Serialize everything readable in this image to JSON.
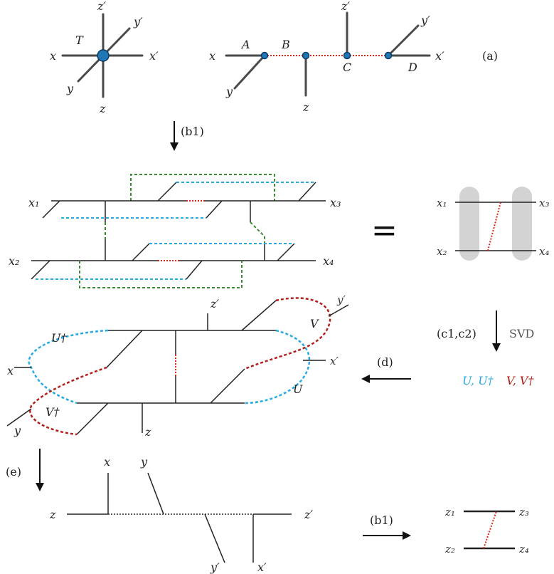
{
  "labels": {
    "a": "(a)",
    "b1": "(b1)",
    "c": "(c1,c2)",
    "svd": "SVD",
    "d": "(d)",
    "e": "(e)",
    "b1b": "(b1)",
    "equals": "=",
    "T": "T",
    "x": "x",
    "xp": "x′",
    "y": "y",
    "yp": "y′",
    "z": "z",
    "zp": "z′",
    "A": "A",
    "B": "B",
    "C": "C",
    "D": "D",
    "x1": "x₁",
    "x2": "x₂",
    "x3": "x₃",
    "x4": "x₄",
    "z1": "z₁",
    "z2": "z₂",
    "z3": "z₃",
    "z4": "z₄",
    "U": "U",
    "Udag": "U†",
    "V": "V",
    "Vdag": "V†",
    "uudag": "U, U†",
    "vvdag": "V, V†"
  },
  "colors": {
    "node": "#1f77b4",
    "red_bond": "#d9261c",
    "dark_red": "#b0221d",
    "blue": "#27a9e1",
    "green": "#3a8a32",
    "gray_block": "#d3d3d3"
  }
}
